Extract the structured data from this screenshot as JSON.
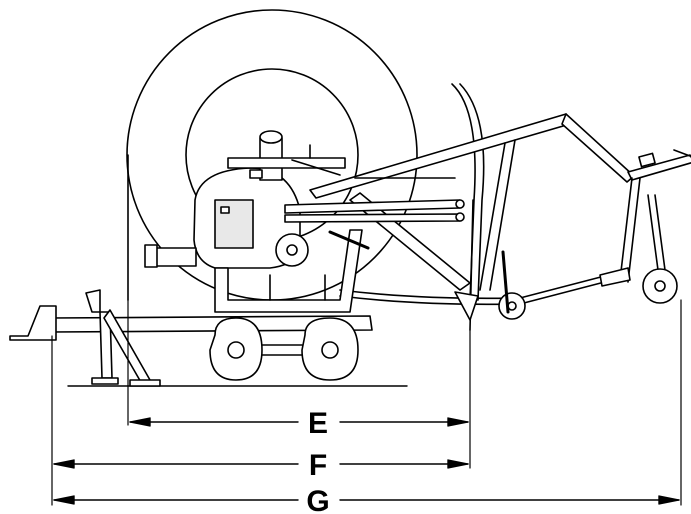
{
  "diagram": {
    "description_free": true,
    "colors": {
      "line": "#000000",
      "fill": "#ffffff",
      "panel": "#e8e8e8"
    },
    "dimensions": [
      {
        "id": "E",
        "label": "E"
      },
      {
        "id": "F",
        "label": "F"
      },
      {
        "id": "G",
        "label": "G"
      }
    ]
  }
}
